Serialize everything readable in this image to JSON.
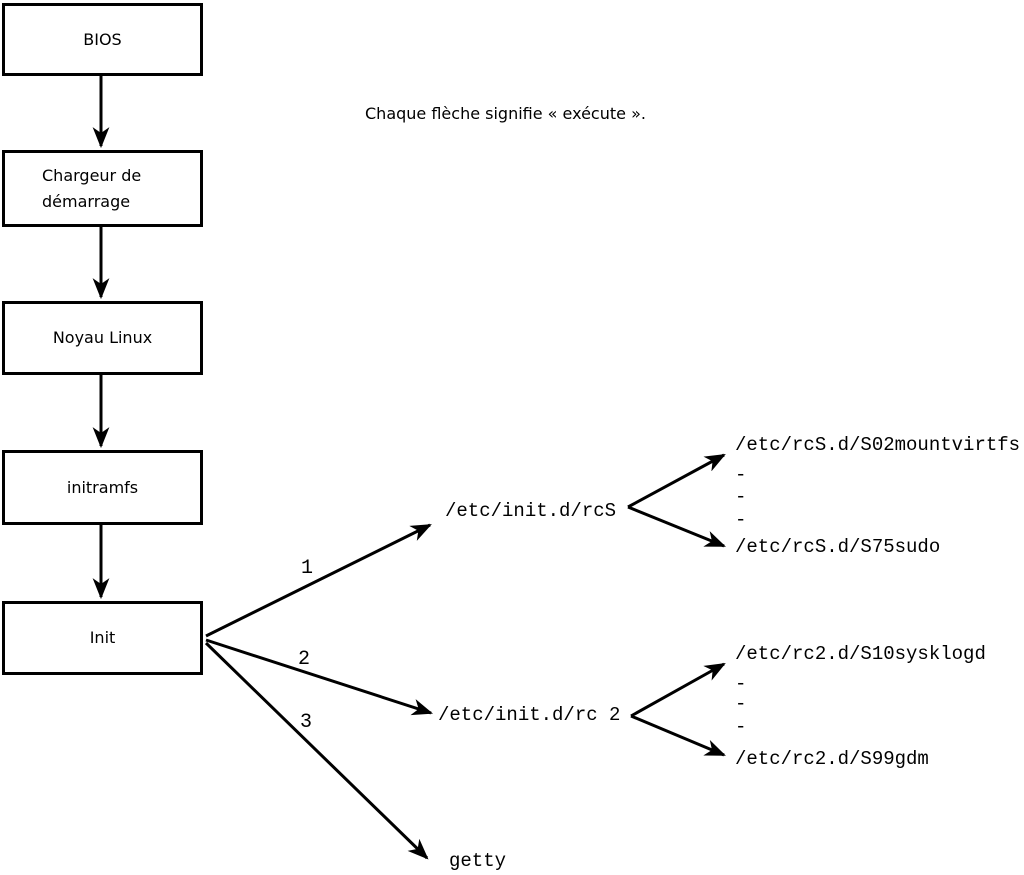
{
  "note": {
    "text": "Chaque flèche signifie « exécute »."
  },
  "boxes": {
    "bios": {
      "label": "BIOS"
    },
    "bootloader": {
      "line1": "Chargeur de",
      "line2": "démarrage"
    },
    "kernel": {
      "label": "Noyau Linux"
    },
    "initramfs": {
      "label": "initramfs"
    },
    "init": {
      "label": "Init"
    }
  },
  "branch_labels": {
    "rcS": "1",
    "rc2": "2",
    "getty": "3"
  },
  "scripts": {
    "rcS": "/etc/init.d/rcS",
    "rc2": "/etc/init.d/rc 2",
    "getty": "getty"
  },
  "rcS_children": {
    "first": "/etc/rcS.d/S02mountvirtfs",
    "dash": "-",
    "last": "/etc/rcS.d/S75sudo"
  },
  "rc2_children": {
    "first": "/etc/rc2.d/S10sysklogd",
    "dash": "-",
    "last": "/etc/rc2.d/S99gdm"
  },
  "colors": {
    "ink": "#000000",
    "background": "#ffffff"
  }
}
